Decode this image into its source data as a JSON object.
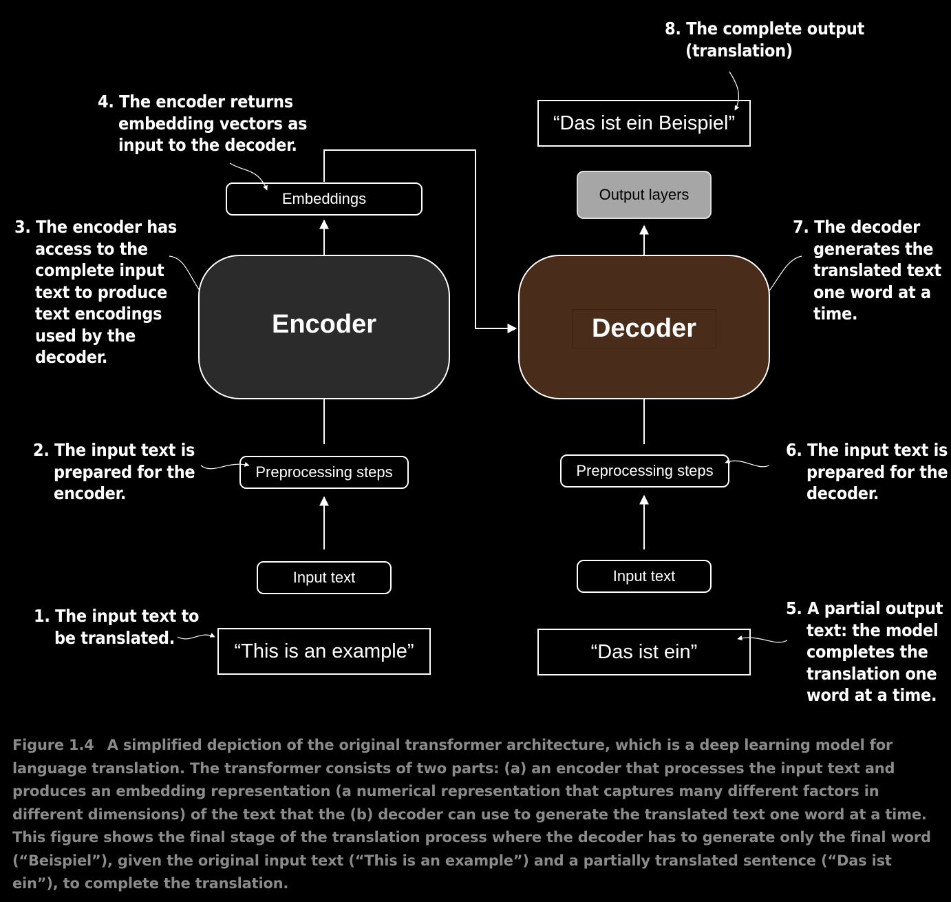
{
  "encoder_side": {
    "block_label": "Encoder",
    "embeddings_label": "Embeddings",
    "preprocessing_label": "Preprocessing steps",
    "input_label": "Input text",
    "input_example": "“This is an example”"
  },
  "decoder_side": {
    "block_label": "Decoder",
    "output_layers_label": "Output layers",
    "preprocessing_label": "Preprocessing steps",
    "input_label": "Input text",
    "partial_output": "“Das ist ein”",
    "final_output": "“Das ist ein Beispiel”"
  },
  "annotations": {
    "a1": [
      "1. The input text to",
      "be translated."
    ],
    "a2": [
      "2. The input text is",
      "prepared for the",
      "encoder."
    ],
    "a3": [
      "3. The encoder has",
      "access to the",
      "complete input",
      "text to produce",
      "text encodings",
      "used by the",
      "decoder."
    ],
    "a4": [
      "4. The encoder returns",
      "embedding vectors as",
      "input to the decoder."
    ],
    "a5": [
      "5. A partial output",
      "text: the model",
      "completes the",
      "translation one",
      "word at a time."
    ],
    "a6": [
      "6. The input text is",
      "prepared for the",
      "decoder."
    ],
    "a7": [
      "7. The decoder",
      "generates the",
      "translated text",
      "one word at a",
      "time."
    ],
    "a8": [
      "8. The complete output",
      "(translation)"
    ]
  },
  "caption": {
    "label": "Figure 1.4",
    "text": "A simplified depiction of the original transformer architecture, which is a deep learning model for language translation. The transformer consists of two parts: (a) an encoder that processes the input text and produces an embedding representation (a numerical representation that captures many different factors in different dimensions) of the text that the (b) decoder can use to generate the translated text one word at a time. This figure shows the final stage of the translation process where the decoder has to generate only the final word (“Beispiel”), given the original input text (“This is an example”) and a partially translated sentence (“Das ist ein”), to complete the translation."
  },
  "colors": {
    "background": "#000000",
    "encoder_fill": "#2b2b2b",
    "decoder_fill": "#4a2c1a",
    "output_layers_fill": "#a6a6a6",
    "caption_text": "#8a8a8a"
  }
}
